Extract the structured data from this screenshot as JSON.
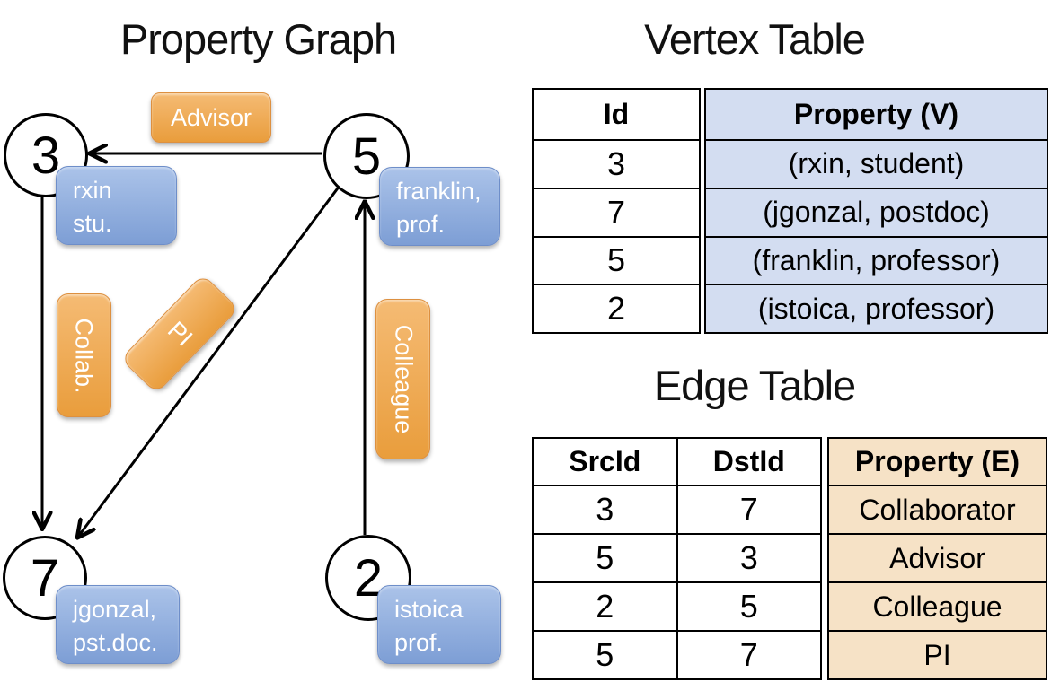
{
  "graph": {
    "title": "Property Graph",
    "nodes": [
      {
        "id": "3",
        "prop_line1": "rxin",
        "prop_line2": "stu."
      },
      {
        "id": "5",
        "prop_line1": "franklin,",
        "prop_line2": "prof."
      },
      {
        "id": "7",
        "prop_line1": "jgonzal,",
        "prop_line2": "pst.doc."
      },
      {
        "id": "2",
        "prop_line1": "istoica",
        "prop_line2": "prof."
      }
    ],
    "edge_labels": {
      "advisor": "Advisor",
      "collab": "Collab.",
      "pi": "PI",
      "colleague": "Colleague"
    },
    "edges": [
      {
        "from": "5",
        "to": "3",
        "label": "Advisor"
      },
      {
        "from": "3",
        "to": "7",
        "label": "Collab."
      },
      {
        "from": "5",
        "to": "7",
        "label": "PI"
      },
      {
        "from": "2",
        "to": "5",
        "label": "Colleague"
      }
    ]
  },
  "vertex_table": {
    "title": "Vertex Table",
    "headers": {
      "id": "Id",
      "property": "Property (V)"
    },
    "rows": [
      {
        "id": "3",
        "property": "(rxin, student)"
      },
      {
        "id": "7",
        "property": "(jgonzal, postdoc)"
      },
      {
        "id": "5",
        "property": "(franklin, professor)"
      },
      {
        "id": "2",
        "property": "(istoica, professor)"
      }
    ]
  },
  "edge_table": {
    "title": "Edge Table",
    "headers": {
      "src": "SrcId",
      "dst": "DstId",
      "property": "Property (E)"
    },
    "rows": [
      {
        "src": "3",
        "dst": "7",
        "property": "Collaborator"
      },
      {
        "src": "5",
        "dst": "3",
        "property": "Advisor"
      },
      {
        "src": "2",
        "dst": "5",
        "property": "Colleague"
      },
      {
        "src": "5",
        "dst": "7",
        "property": "PI"
      }
    ]
  },
  "colors": {
    "orange_top": "#f5bb74",
    "orange_bottom": "#e99d3c",
    "orange_border": "#dd9040",
    "blue_top": "#abc3e9",
    "blue_bottom": "#7d9ed5",
    "blue_border": "#6e8ec9",
    "vertex_cell": "#d3ddf1",
    "edge_cell": "#f6e2c6",
    "line": "#000000"
  }
}
